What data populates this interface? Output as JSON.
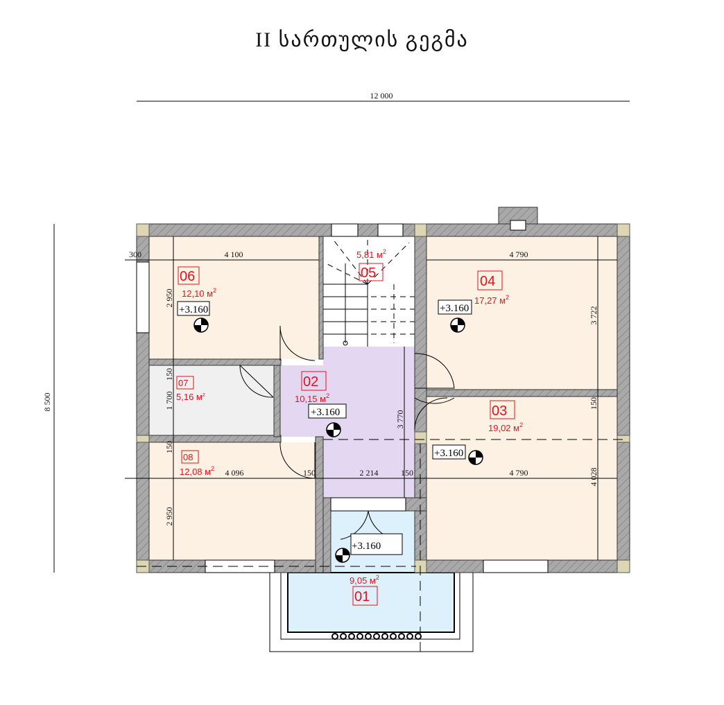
{
  "title": "II სართულის გეგმა",
  "dimensions": {
    "overall_width": "12 000",
    "overall_height": "8 500",
    "room06_width": "4 100",
    "room04_width": "4 790",
    "room03_width": "4 790",
    "room08_width": "4 096",
    "corridor_width": "2 214",
    "wall_left": "150",
    "wall_right": "150",
    "wall_07_top": "150",
    "wall_08_top": "150",
    "wall_03_top": "150",
    "offset_left": "300",
    "room06_height": "2 950",
    "room07_height": "1 700",
    "room08_height": "2 950",
    "corridor_height": "3 770",
    "room04_height": "3 722",
    "room03_height": "4 028"
  },
  "rooms": [
    {
      "id": "01",
      "area": "9,05 м",
      "level": "+3.160"
    },
    {
      "id": "02",
      "area": "10,15 м",
      "level": "+3.160"
    },
    {
      "id": "03",
      "area": "19,02 м",
      "level": "+3.160"
    },
    {
      "id": "04",
      "area": "17,27 м",
      "level": "+3.160"
    },
    {
      "id": "05",
      "area": "5,81 м"
    },
    {
      "id": "06",
      "area": "12,10 м",
      "level": "+3.160"
    },
    {
      "id": "07",
      "area": "5,16 м"
    },
    {
      "id": "08",
      "area": "12,08 м"
    }
  ],
  "area_unit_sup": "2",
  "colors": {
    "bedroom": "#fdf1e3",
    "storage": "#f0f0f0",
    "corridor": "#e3d7f2",
    "balcony": "#dcf1fb",
    "wall": "#a9a9a9",
    "label": "#e0141e"
  }
}
